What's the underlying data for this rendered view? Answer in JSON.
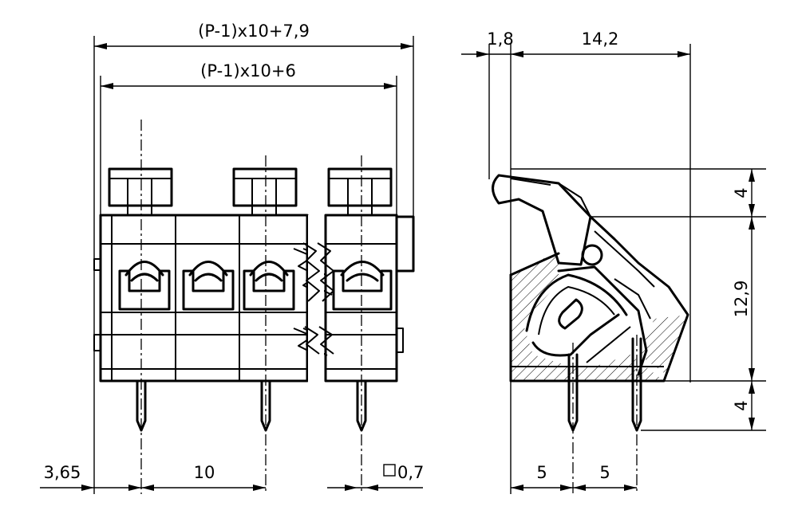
{
  "front_view": {
    "dims": {
      "overall_width": "(P-1)x10+7,9",
      "inner_width": "(P-1)x10+6",
      "edge_offset": "3,65",
      "pitch": "10",
      "pin_size": "0,7"
    }
  },
  "side_view": {
    "dims": {
      "offset": "1,8",
      "depth": "14,2",
      "top_lever": "4",
      "body_height": "12,9",
      "pin_length": "4",
      "pin_spacing_1": "5",
      "pin_spacing_2": "5"
    }
  },
  "colors": {
    "line": "#000000",
    "background": "#ffffff"
  }
}
